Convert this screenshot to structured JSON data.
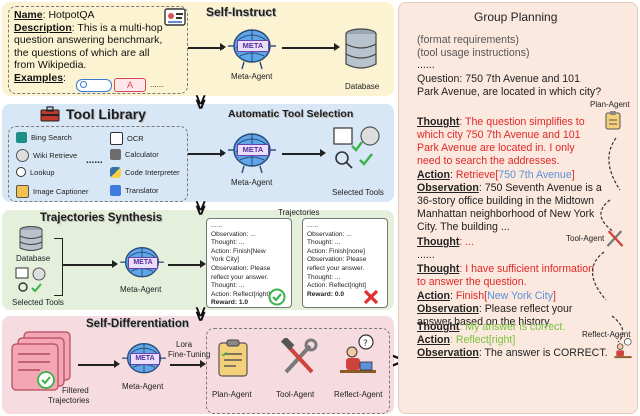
{
  "self_instruct": {
    "title": "Self-Instruct",
    "name_label": "Name",
    "name_value": "HotpotQA",
    "description_label": "Description",
    "description_lines": [
      "This is a multi-hop",
      "question answering benchmark,",
      "the questions of which are all",
      "from Wikipedia."
    ],
    "examples_label": "Examples",
    "examples_suffix": "......",
    "example_a": "A",
    "meta_agent": "Meta-Agent",
    "database": "Database"
  },
  "tool_library": {
    "title": "Tool Library",
    "auto_title": "Automatic Tool Selection",
    "tools_left": [
      "Bing Search",
      "Wiki Retrieve",
      "Lookup",
      "Image Captioner"
    ],
    "tools_right": [
      "OCR",
      "Calculator",
      "Code Interpreter",
      "Translator"
    ],
    "dots": "......",
    "meta_agent": "Meta-Agent",
    "selected_tools": "Selected Tools"
  },
  "trajectories_synthesis": {
    "title": "Trajectories Synthesis",
    "database": "Database",
    "selected_tools": "Selected Tools",
    "meta_agent": "Meta-Agent",
    "trajectories_label": "Trajectories",
    "card1": {
      "lines": [
        "......",
        "Observation: ...",
        "Thought: ...",
        "Action: Finish[New",
        "York City]",
        "Observation: Please",
        "reflect your answer.",
        "Thought: ...",
        "Action: Reflect[right]",
        "Reward: 1.0"
      ]
    },
    "card2": {
      "lines": [
        "......",
        "Observation: ...",
        "Thought: ...",
        "Action: Finish[none]",
        "Observation: Please",
        "reflect your answer.",
        "Thought: ...",
        "Action: Reflect[right]",
        "Reward: 0.0"
      ]
    }
  },
  "self_differentiation": {
    "title": "Self-Differentiation",
    "lora": "Lora",
    "fine_tuning": "Fine-Tuning",
    "meta_agent": "Meta-Agent",
    "filtered_1": "Filtered",
    "filtered_2": "Trajectories",
    "plan_agent": "Plan-Agent",
    "tool_agent": "Tool-Agent",
    "reflect_agent": "Reflect-Agent"
  },
  "meta_logo": "META",
  "group_planning": {
    "title": "Group Planning",
    "format_req": "(format requirements)",
    "tool_usage": "(tool usage instructions)",
    "ellipsis1": "......",
    "question_lines": [
      "Question: 750 7th Avenue and 101",
      "Park Avenue, are located in which city?"
    ],
    "plan_agent": "Plan-Agent",
    "thought1_label": "Thought",
    "thought1_lines": [
      ": The question simplifies to",
      "which city 750 7th Avenue and 101",
      "Park Avenue are located in. I only",
      "need to search the addresses."
    ],
    "action1_label": "Action",
    "action1_fn": "Retrieve",
    "action1_arg": "750 7th Avenue",
    "obs1_label": "Observation",
    "obs1_lines": [
      ": 750 Seventh Avenue is a",
      "36-story office building in the Midtown",
      "Manhattan neighborhood of New York",
      "City. The building ..."
    ],
    "tool_agent": "Tool-Agent",
    "thought2_label": "Thought",
    "thought2_text": ": ...",
    "ellipsis2": "......",
    "thought3_label": "Thought",
    "thought3_lines": [
      ": I have sufficient information",
      "to answer the question."
    ],
    "action2_label": "Action",
    "action2_fn": "Finish",
    "action2_arg": "New York City",
    "obs2_label": "Observation",
    "obs2_lines": [
      ": Please reflect your",
      "answer based on the history."
    ],
    "reflect_agent": "Reflect-Agent",
    "thought4_label": "Thought",
    "thought4_text": ": My answer is correct.",
    "action3_label": "Action",
    "action3_text": ": Reflect[right]",
    "obs3_label": "Observation",
    "obs3_text": ": The answer is CORRECT."
  },
  "colors": {
    "yellow_panel": "#fbf3d2",
    "blue_panel": "#d8e7f6",
    "green_panel": "#e4efdc",
    "pink_panel": "#f6dbe0",
    "group_panel": "#fbe9df",
    "red_text": "#e02828",
    "blue_text": "#5e8fd8",
    "green_text": "#78c43c"
  }
}
